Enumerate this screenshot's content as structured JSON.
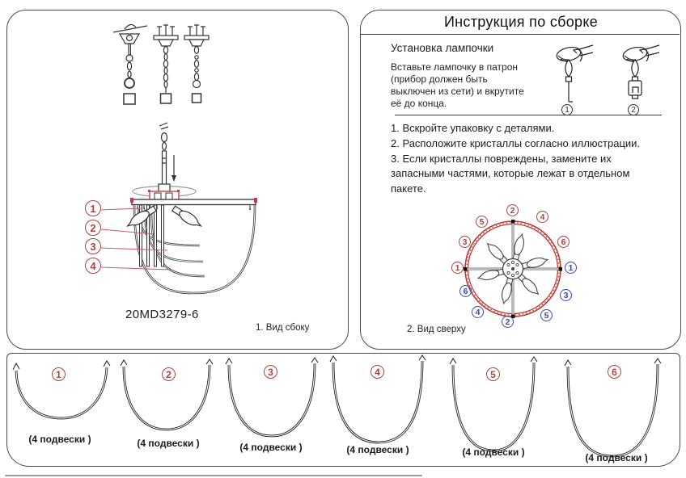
{
  "colors": {
    "accent_red": "#b0403a",
    "accent_blue": "#3947b8",
    "diagram_ring_red": "#c0392b"
  },
  "left_panel": {
    "model_number": "20MD3279-6",
    "view_caption": "1. Вид сбоку",
    "callouts": [
      {
        "number": "1"
      },
      {
        "number": "2"
      },
      {
        "number": "3"
      },
      {
        "number": "4"
      }
    ]
  },
  "right_panel": {
    "title": "Инструкция по сборке",
    "bulb_section": {
      "heading": "Установка лампочки",
      "body": "Вставьте лампочку в патрон\n(прибор должен быть\nвыключен из сети) и вкрутите\nеё до конца.",
      "figure_numbers": [
        {
          "number": "1"
        },
        {
          "number": "2"
        }
      ]
    },
    "steps": [
      {
        "text": "1. Вскройте упаковку с деталями."
      },
      {
        "text": "2. Расположите кристаллы согласно иллюстрации."
      },
      {
        "text": "3. Если кристаллы повреждены, замените их\nзапасными частями, которые лежат в отдельном\nпакете."
      }
    ],
    "top_view": {
      "caption": "2. Вид сверху",
      "ring_labels": [
        {
          "number": "2",
          "color": "red"
        },
        {
          "number": "4",
          "color": "red"
        },
        {
          "number": "6",
          "color": "red"
        },
        {
          "number": "1",
          "color": "blue"
        },
        {
          "number": "3",
          "color": "blue"
        },
        {
          "number": "5",
          "color": "blue"
        },
        {
          "number": "2",
          "color": "blue"
        },
        {
          "number": "4",
          "color": "blue"
        },
        {
          "number": "6",
          "color": "blue"
        },
        {
          "number": "1",
          "color": "red"
        },
        {
          "number": "3",
          "color": "red"
        },
        {
          "number": "5",
          "color": "red"
        }
      ]
    }
  },
  "bottom_panel": {
    "pendants": [
      {
        "number": "1",
        "label": "(4  подвески )"
      },
      {
        "number": "2",
        "label": "(4  подвески )"
      },
      {
        "number": "3",
        "label": "(4  подвески )"
      },
      {
        "number": "4",
        "label": "(4  подвески )"
      },
      {
        "number": "5",
        "label": "(4  подвески )"
      },
      {
        "number": "6",
        "label": "(4  подвески )"
      }
    ]
  }
}
